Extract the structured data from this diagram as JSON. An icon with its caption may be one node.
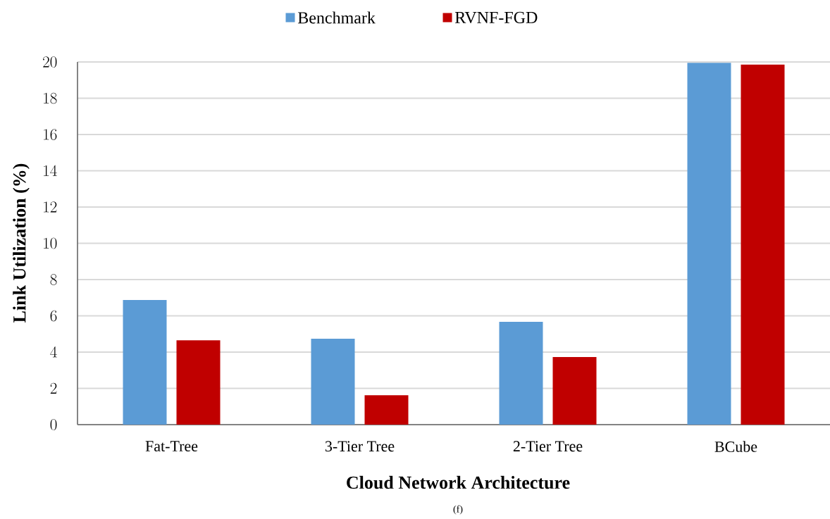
{
  "diagram": {
    "caption": "(f)",
    "chart_data": {
      "type": "bar",
      "xlabel": "Cloud Network Architecture",
      "ylabel": "Link Utilization (%)",
      "categories": [
        "Fat-Tree",
        "3-Tier Tree",
        "2-Tier Tree",
        "BCube"
      ],
      "series": [
        {
          "name": "Benchmark",
          "color": "#5b9bd5",
          "values": [
            6.87,
            4.74,
            5.67,
            19.95
          ]
        },
        {
          "name": "RVNF-FGD",
          "color": "#c00000",
          "values": [
            4.65,
            1.62,
            3.73,
            19.85
          ]
        }
      ],
      "grid": "y",
      "legend": "top",
      "ylim": [
        0,
        20
      ],
      "yticks": [
        0,
        2,
        4,
        6,
        8,
        10,
        12,
        14,
        16,
        18,
        20
      ]
    }
  }
}
